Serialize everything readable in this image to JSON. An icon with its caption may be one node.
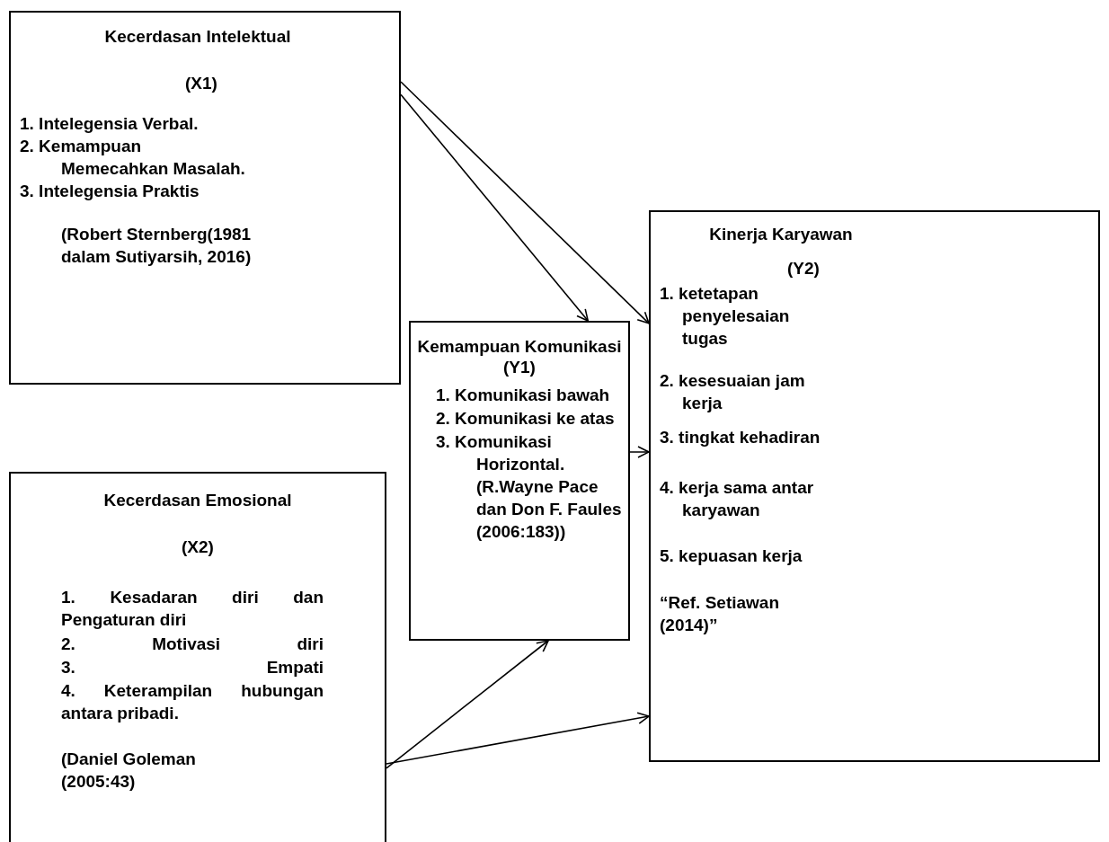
{
  "diagram": {
    "nodes": [
      {
        "text": [
          "Kecerdasan Intelektual",
          "(X1)",
          "1. Intelegensia Verbal.",
          "2. Kemampuan Memecahkan Masalah.",
          "3. Intelegensia Praktis",
          "(Robert Sternberg(1981 dalam Sutiyarsih, 2016)"
        ]
      },
      {
        "text": [
          "Kemampuan Komunikasi",
          "(Y1)",
          "1. Komunikasi bawah",
          "2. Komunikasi ke atas",
          "3. Komunikasi Horizontal.",
          "(R.Wayne Pace dan Don F. Faules (2006:183))"
        ]
      },
      {
        "text": [
          "Kinerja Karyawan",
          "(Y2)",
          "1. ketetapan penyelesaian tugas",
          "2. kesesuaian jam kerja",
          "3. tingkat kehadiran",
          "4. kerja sama antar karyawan",
          "5. kepuasan kerja",
          "“Ref. Setiawan (2014)”"
        ]
      },
      {
        "text": [
          "Kecerdasan Emosional",
          "(X2)",
          "1. Kesadaran diri dan Pengaturan diri",
          "2. Motivasi diri",
          "3. Empati",
          "4. Keterampilan hubungan antara pribadi.",
          "(Daniel Goleman (2005:43)"
        ]
      }
    ],
    "edges": [
      {
        "from": 0,
        "to": 1,
        "arrow": "to"
      },
      {
        "from": 0,
        "to": 2,
        "arrow": "to"
      },
      {
        "from": 1,
        "to": 2,
        "arrow": "to"
      },
      {
        "from": 3,
        "to": 1,
        "arrow": "to"
      },
      {
        "from": 3,
        "to": 2,
        "arrow": "to"
      }
    ]
  }
}
